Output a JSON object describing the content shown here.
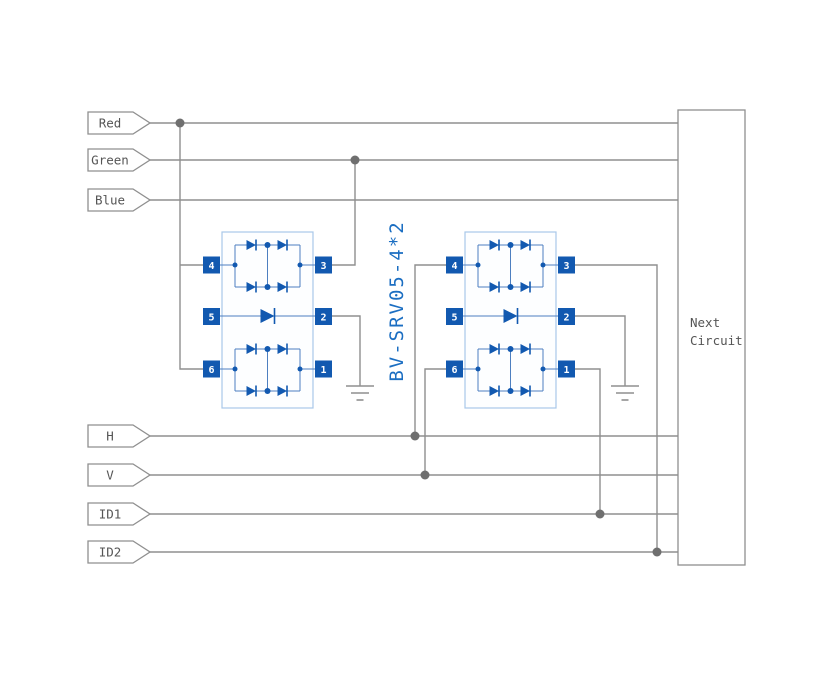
{
  "diagram": {
    "part_label": "BV-SRV05-4*2",
    "signals": [
      "Red",
      "Green",
      "Blue",
      "H",
      "V",
      "ID1",
      "ID2"
    ],
    "next_circuit": {
      "line1": "Next",
      "line2": "Circuit"
    },
    "ic_pins_left": [
      "4",
      "5",
      "6"
    ],
    "ic_pins_right": [
      "3",
      "2",
      "1"
    ],
    "colors": {
      "wire_gray": "#8f8f8f",
      "junction_dot_gray": "#6f6f6f",
      "component_blue": "#1259b0",
      "part_label_blue": "#1b6ec2",
      "ic_outline_blue": "#a9c7e8",
      "label_text_gray": "#555555",
      "background": "#ffffff"
    }
  }
}
